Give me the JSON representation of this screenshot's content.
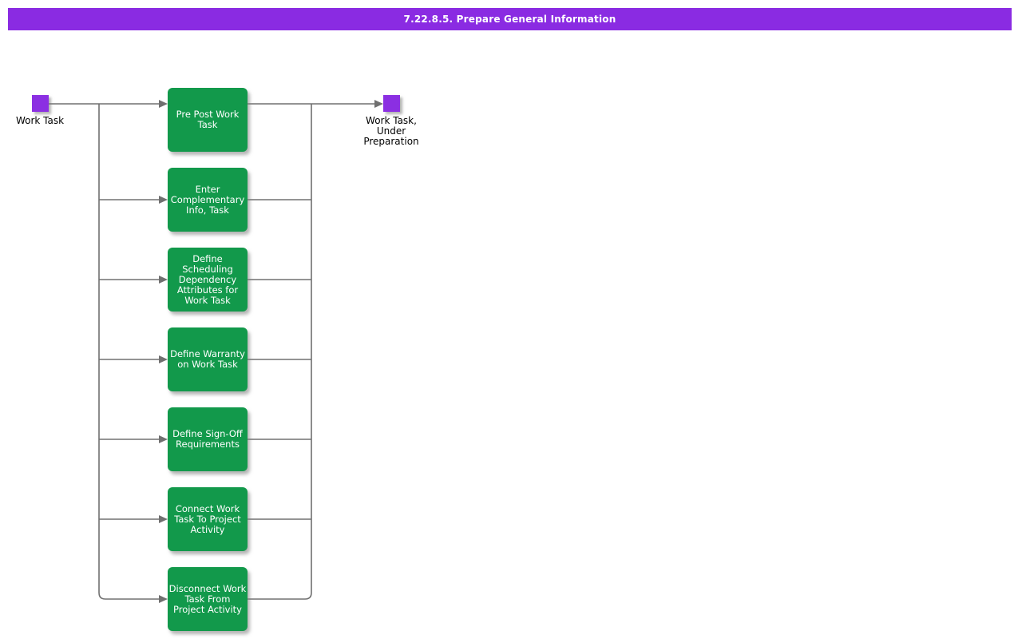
{
  "title": "7.22.8.5. Prepare General Information",
  "colors": {
    "header_bg": "#8A2BE2",
    "title_text": "#FFFFFF",
    "node_bg": "#8B2FE2",
    "activity_bg": "#12994B",
    "activity_text": "#FFFFFF",
    "label_text": "#000000",
    "connector": "#707070"
  },
  "start_node": {
    "label": "Work Task"
  },
  "end_node": {
    "label": "Work Task,\nUnder\nPreparation"
  },
  "activities": [
    {
      "label": "Pre Post Work\nTask"
    },
    {
      "label": "Enter\nComplementary\nInfo, Task"
    },
    {
      "label": "Define\nScheduling\nDependency\nAttributes for\nWork Task"
    },
    {
      "label": "Define Warranty\non Work Task"
    },
    {
      "label": "Define Sign-Off\nRequirements"
    },
    {
      "label": "Connect Work\nTask To Project\nActivity"
    },
    {
      "label": "Disconnect Work\nTask From\nProject Activity"
    }
  ]
}
